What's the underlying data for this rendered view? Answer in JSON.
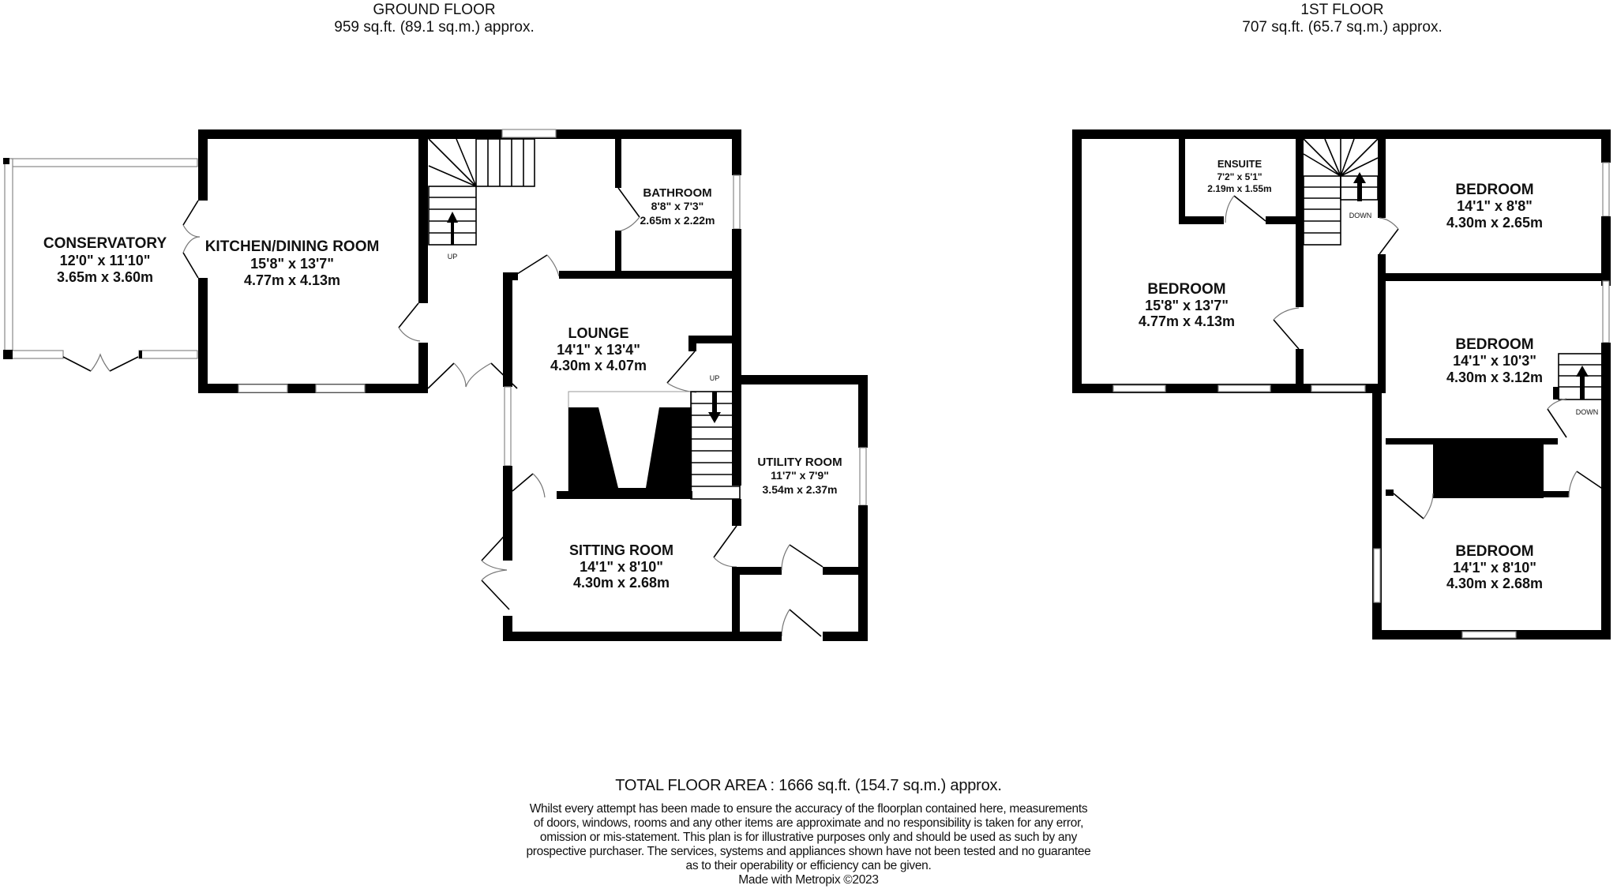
{
  "ground_floor": {
    "title": "GROUND FLOOR",
    "area": "959 sq.ft. (89.1 sq.m.) approx.",
    "rooms": [
      {
        "name": "CONSERVATORY",
        "imperial": "12'0\"  x 11'10\"",
        "metric": "3.65m  x 3.60m"
      },
      {
        "name": "KITCHEN/DINING ROOM",
        "imperial": "15'8\"  x 13'7\"",
        "metric": "4.77m  x 4.13m"
      },
      {
        "name": "BATHROOM",
        "imperial": "8'8\"  x 7'3\"",
        "metric": "2.65m  x 2.22m"
      },
      {
        "name": "LOUNGE",
        "imperial": "14'1\"  x 13'4\"",
        "metric": "4.30m  x 4.07m"
      },
      {
        "name": "UTILITY ROOM",
        "imperial": "11'7\"  x 7'9\"",
        "metric": "3.54m  x 2.37m"
      },
      {
        "name": "SITTING ROOM",
        "imperial": "14'1\"  x 8'10\"",
        "metric": "4.30m  x 2.68m"
      }
    ],
    "stair_labels": [
      "UP",
      "UP"
    ]
  },
  "first_floor": {
    "title": "1ST FLOOR",
    "area": "707 sq.ft. (65.7 sq.m.) approx.",
    "rooms": [
      {
        "name": "ENSUITE",
        "imperial": "7'2\"  x 5'1\"",
        "metric": "2.19m  x 1.55m"
      },
      {
        "name": "BEDROOM",
        "imperial": "15'8\"  x 13'7\"",
        "metric": "4.77m  x 4.13m"
      },
      {
        "name": "BEDROOM",
        "imperial": "14'1\"  x 8'8\"",
        "metric": "4.30m  x 2.65m"
      },
      {
        "name": "BEDROOM",
        "imperial": "14'1\"  x 10'3\"",
        "metric": "4.30m  x 3.12m"
      },
      {
        "name": "BEDROOM",
        "imperial": "14'1\"  x 8'10\"",
        "metric": "4.30m  x 2.68m"
      }
    ],
    "stair_labels": [
      "DOWN",
      "DOWN"
    ]
  },
  "footer": {
    "total": "TOTAL FLOOR AREA : 1666 sq.ft. (154.7 sq.m.) approx.",
    "disclaimer": [
      "Whilst every attempt has been made to ensure the accuracy of the floorplan contained here, measurements",
      "of doors, windows, rooms and any other items are approximate and no responsibility is taken for any error,",
      "omission or mis-statement. This plan is for illustrative purposes only and should be used as such by any",
      "prospective purchaser. The services, systems and appliances shown have not been tested and no guarantee",
      "as to their operability or efficiency can be given."
    ],
    "credit": "Made with Metropix ©2023"
  },
  "colors": {
    "wall": "#000000",
    "background": "#ffffff",
    "window_frame": "#888888"
  }
}
